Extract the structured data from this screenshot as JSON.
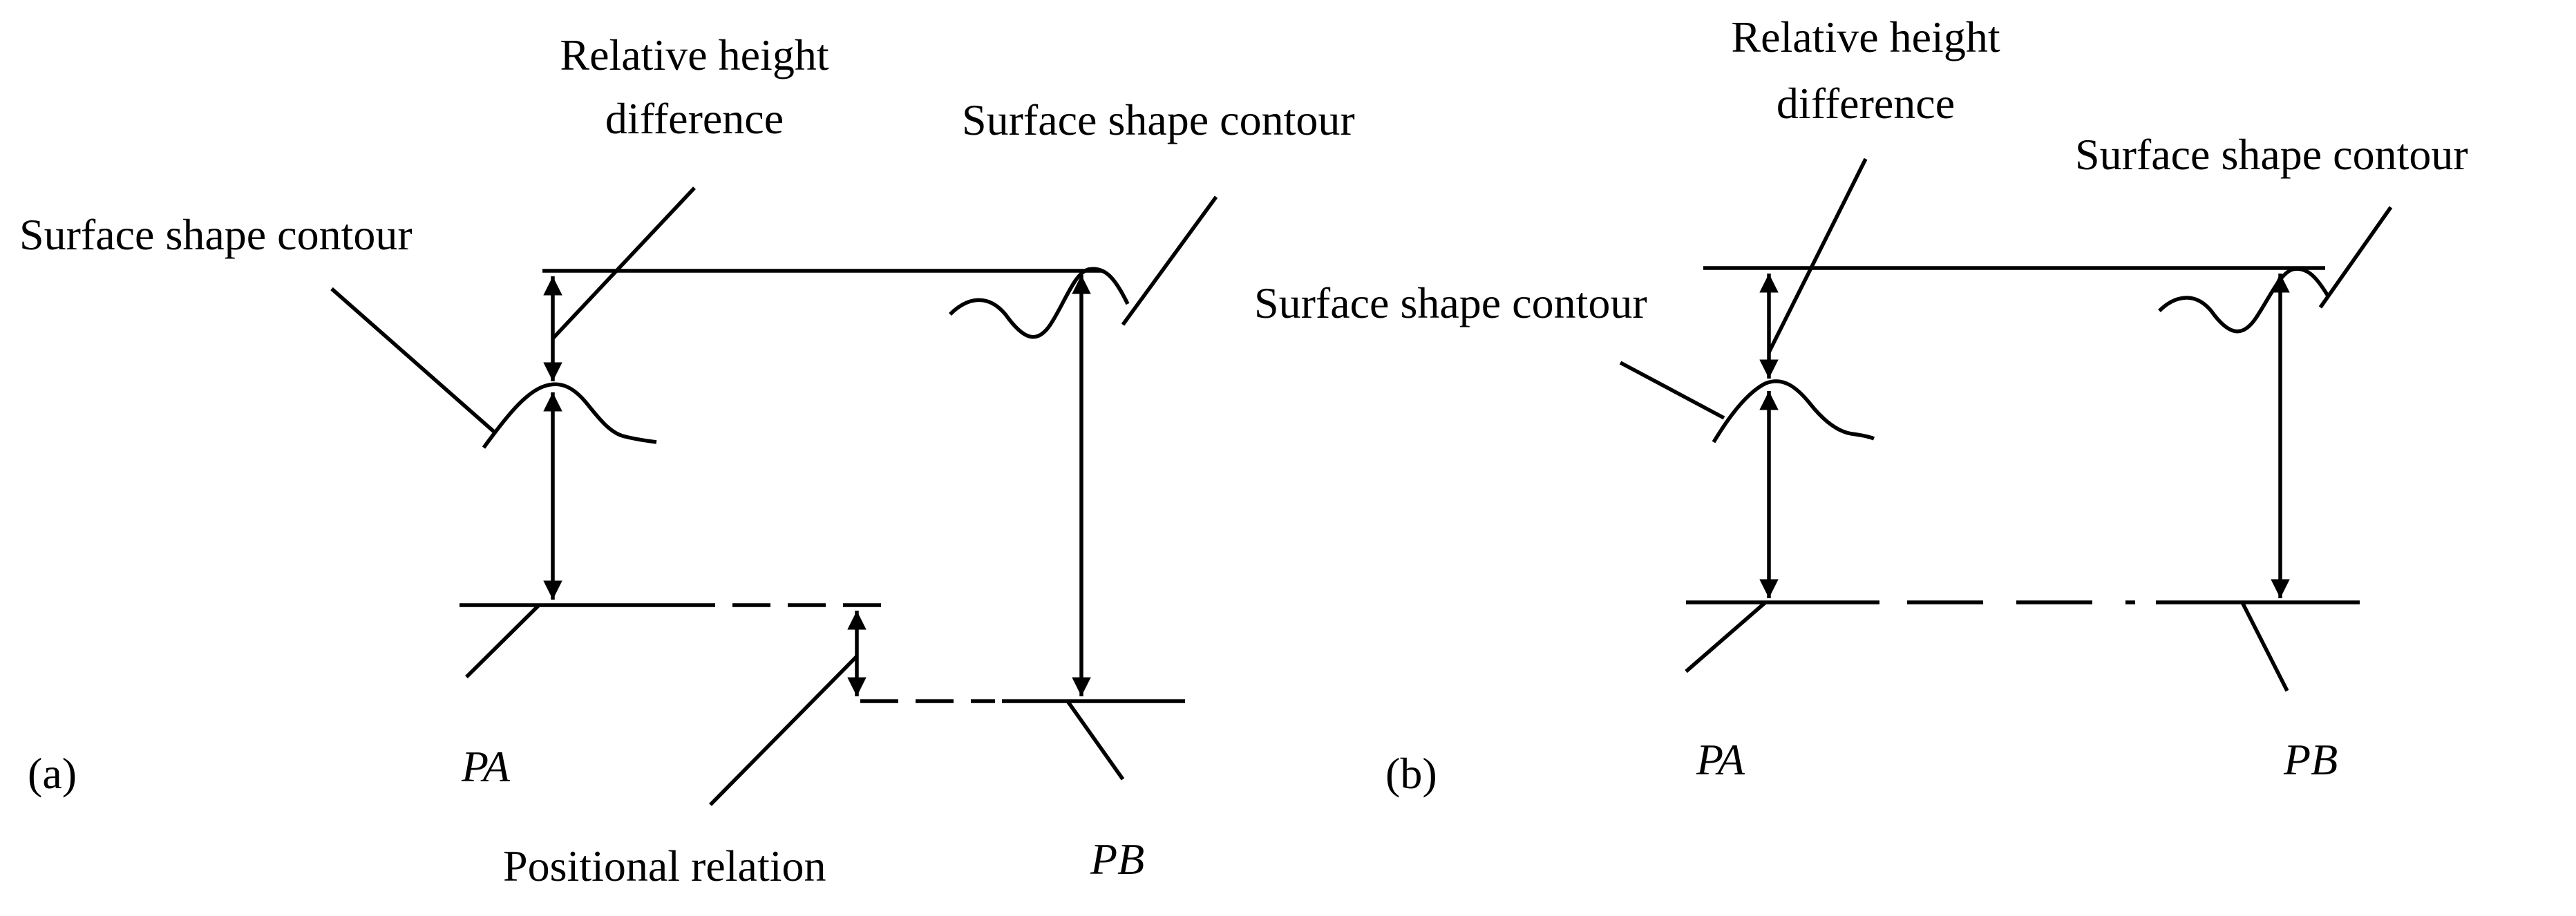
{
  "panel_a": {
    "panel_label": "(a)",
    "relative_height_line1": "Relative height",
    "relative_height_line2": "difference",
    "left_contour": "Surface shape contour",
    "right_contour": "Surface shape contour",
    "positional_relation": "Positional relation",
    "pa": "PA",
    "pb": "PB"
  },
  "panel_b": {
    "panel_label": "(b)",
    "relative_height_line1": "Relative height",
    "relative_height_line2": "difference",
    "left_contour": "Surface shape contour",
    "right_contour": "Surface shape contour",
    "pa": "PA",
    "pb": "PB"
  }
}
